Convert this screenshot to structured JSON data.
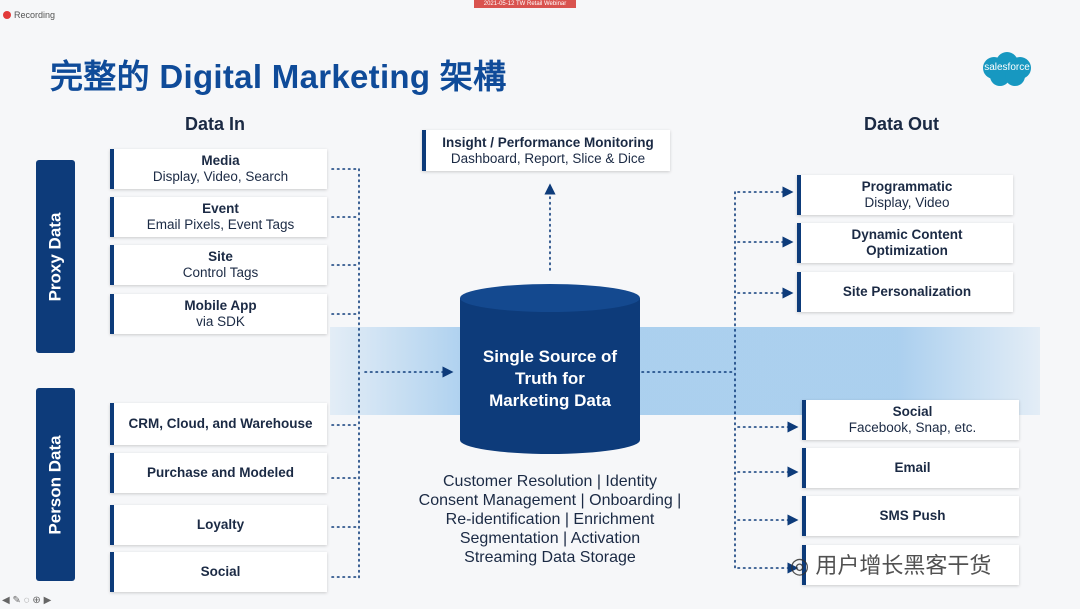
{
  "recording": {
    "label": "Recording"
  },
  "top_tab": {
    "label": "2021-05-12 TW Retail Webinar"
  },
  "title": "完整的 Digital Marketing 架構",
  "logo": {
    "text": "salesforce",
    "color": "#1798c1"
  },
  "data_in": {
    "heading": "Data In",
    "proxy_label": "Proxy Data",
    "person_label": "Person Data",
    "proxy_items": [
      {
        "title": "Media",
        "sub": "Display, Video, Search"
      },
      {
        "title": "Event",
        "sub": "Email Pixels, Event Tags"
      },
      {
        "title": "Site",
        "sub": "Control Tags"
      },
      {
        "title": "Mobile App",
        "sub": "via SDK"
      }
    ],
    "person_items": [
      {
        "title": "CRM, Cloud, and Warehouse"
      },
      {
        "title": "Purchase and Modeled"
      },
      {
        "title": "Loyalty"
      },
      {
        "title": "Social"
      }
    ]
  },
  "insight": {
    "title": "Insight / Performance Monitoring",
    "sub": "Dashboard, Report, Slice & Dice"
  },
  "center": {
    "line1": "Single Source of",
    "line2": "Truth for",
    "line3": "Marketing Data",
    "desc": [
      "Customer Resolution | Identity",
      "Consent Management | Onboarding |",
      "Re-identification | Enrichment",
      "Segmentation | Activation",
      "Streaming Data Storage"
    ]
  },
  "data_out": {
    "heading": "Data Out",
    "items": [
      {
        "title": "Programmatic",
        "sub": "Display, Video"
      },
      {
        "title": "Dynamic Content",
        "sub": "Optimization"
      },
      {
        "title": "Site Personalization"
      },
      {
        "title": "Social",
        "sub": "Facebook, Snap, etc."
      },
      {
        "title": "Email"
      },
      {
        "title": "SMS Push"
      },
      {
        "title": ""
      }
    ]
  },
  "watermark": "用户增长黑客干货",
  "colors": {
    "navy": "#0d3b7a",
    "title_blue": "#0f4b99",
    "band": "#6eafe6"
  }
}
